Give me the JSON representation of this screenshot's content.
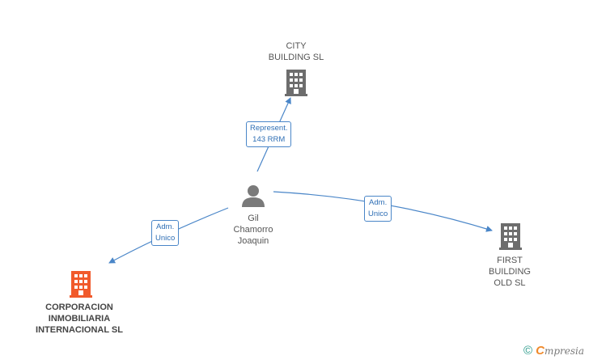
{
  "nodes": {
    "city_building": {
      "label": "CITY\nBUILDING SL",
      "icon": "building-icon",
      "color": "#6d6d6d"
    },
    "person": {
      "label": "Gil\nChamorro\nJoaquin",
      "icon": "person-icon",
      "color": "#7a7a7a"
    },
    "first_building": {
      "label": "FIRST\nBUILDING\nOLD SL",
      "icon": "building-icon",
      "color": "#6d6d6d"
    },
    "corporacion": {
      "label": "CORPORACION\nINMOBILIARIA\nINTERNACIONAL SL",
      "icon": "building-icon",
      "color": "#f15a2b"
    }
  },
  "edges": {
    "to_city": {
      "label": "Represent.\n143 RRM"
    },
    "to_first": {
      "label": "Adm.\nUnico"
    },
    "to_corporacion": {
      "label": "Adm.\nUnico"
    }
  },
  "colors": {
    "edge": "#4a86c8"
  },
  "brand": {
    "copyright": "©",
    "logo_initial": "C",
    "logo_rest": "mpresia"
  }
}
